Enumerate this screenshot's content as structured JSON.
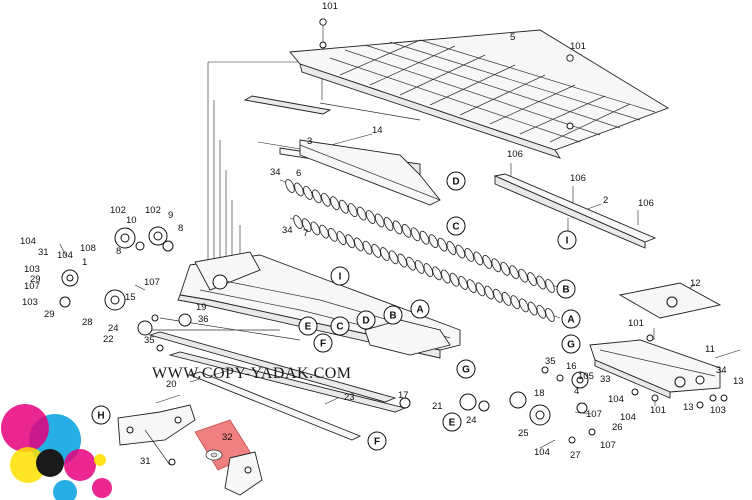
{
  "watermark": "WWW.COPY-YADAK.COM",
  "colors": {
    "highlight_part": "#f08080",
    "logo_magenta": "#e6007e",
    "logo_cyan": "#00a0e0",
    "logo_yellow": "#ffe000",
    "logo_black": "#1a1a1a"
  },
  "part_numbers": {
    "p101": "101",
    "p5": "5",
    "p14": "14",
    "p3": "3",
    "p106": "106",
    "p2": "2",
    "p34": "34",
    "p6": "6",
    "p7": "7",
    "p102": "102",
    "p10": "10",
    "p9": "9",
    "p8": "8",
    "p104": "104",
    "p31": "31",
    "p108": "108",
    "p1": "1",
    "p103": "103",
    "p107": "107",
    "p15": "15",
    "p29": "29",
    "p28": "28",
    "p24": "24",
    "p22": "22",
    "p35": "35",
    "p19": "19",
    "p20": "20",
    "p23": "23",
    "p12": "12",
    "p11": "11",
    "p13": "13",
    "p16": "16",
    "p105": "105",
    "p33": "33",
    "p4": "4",
    "p17": "17",
    "p21": "21",
    "p18": "18",
    "p25": "25",
    "p26": "26",
    "p27": "27",
    "p36": "36",
    "p32": "32"
  },
  "callouts": {
    "A": "A",
    "B": "B",
    "C": "C",
    "D": "D",
    "E": "E",
    "F": "F",
    "G": "G",
    "H": "H",
    "I": "I"
  }
}
